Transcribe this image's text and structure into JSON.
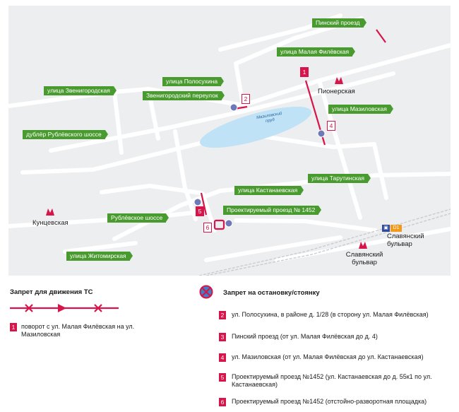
{
  "colors": {
    "map_background": "#eceef0",
    "road": "#ffffff",
    "pond": "#bfe2f6",
    "sign_green": "#4a9b2f",
    "restriction_red": "#d7154a",
    "stop_marker_blue": "#6e7ab8",
    "railway": "#c9ccd1"
  },
  "map": {
    "street_signs": {
      "pinsky": "Пинский проезд",
      "malaya_filevskaya": "улица Малая Филёвская",
      "polosukhina": "улица Полосухина",
      "zvenigorodskaya": "улица Звенигородская",
      "zvenigorodsky_per": "Звенигородский переулок",
      "mazilovskaya": "улица Мазиловская",
      "dubler": "дублёр Рублёвского шоссе",
      "tarutinskaya": "улица Тарутинская",
      "kastanaevskaya": "улица Кастанаевская",
      "proektiruemy": "Проектируемый проезд № 1452",
      "rublevskoe": "Рублёвское шоссе",
      "zhitomirskaya": "улица Житомирская"
    },
    "metro_stations": {
      "pionerskaya": "Пионерская",
      "kuntsevskaya": "Кунцевская",
      "slavyansky_1": "Славянский бульвар",
      "slavyansky_2": "Славянский бульвар"
    },
    "pond_label": "Мазиловский пруд",
    "transit_badge": "D1",
    "markers": [
      "1",
      "2",
      "4",
      "5",
      "6"
    ]
  },
  "legend": {
    "traffic_ban_title": "Запрет для движения ТС",
    "stop_ban_title": "Запрет на остановку/стоянку",
    "items": [
      {
        "num": "1",
        "text": "поворот с ул. Малая Филёвская на ул. Мазиловская"
      },
      {
        "num": "2",
        "text": "ул. Полосухина, в районе д. 1/28 (в сторону ул. Малая Филёвская)"
      },
      {
        "num": "3",
        "text": "Пинский проезд (от ул. Малая Филёвская до д. 4)"
      },
      {
        "num": "4",
        "text": "ул. Мазиловская (от ул. Малая Филёвская до ул. Кастанаевская)"
      },
      {
        "num": "5",
        "text": "Проектируемый проезд №1452 (ул. Кастанаевская до д. 55к1 по ул. Кастанаевская)"
      },
      {
        "num": "6",
        "text": "Проектируемый проезд №1452 (отстойно-разворотная площадка)"
      }
    ]
  }
}
